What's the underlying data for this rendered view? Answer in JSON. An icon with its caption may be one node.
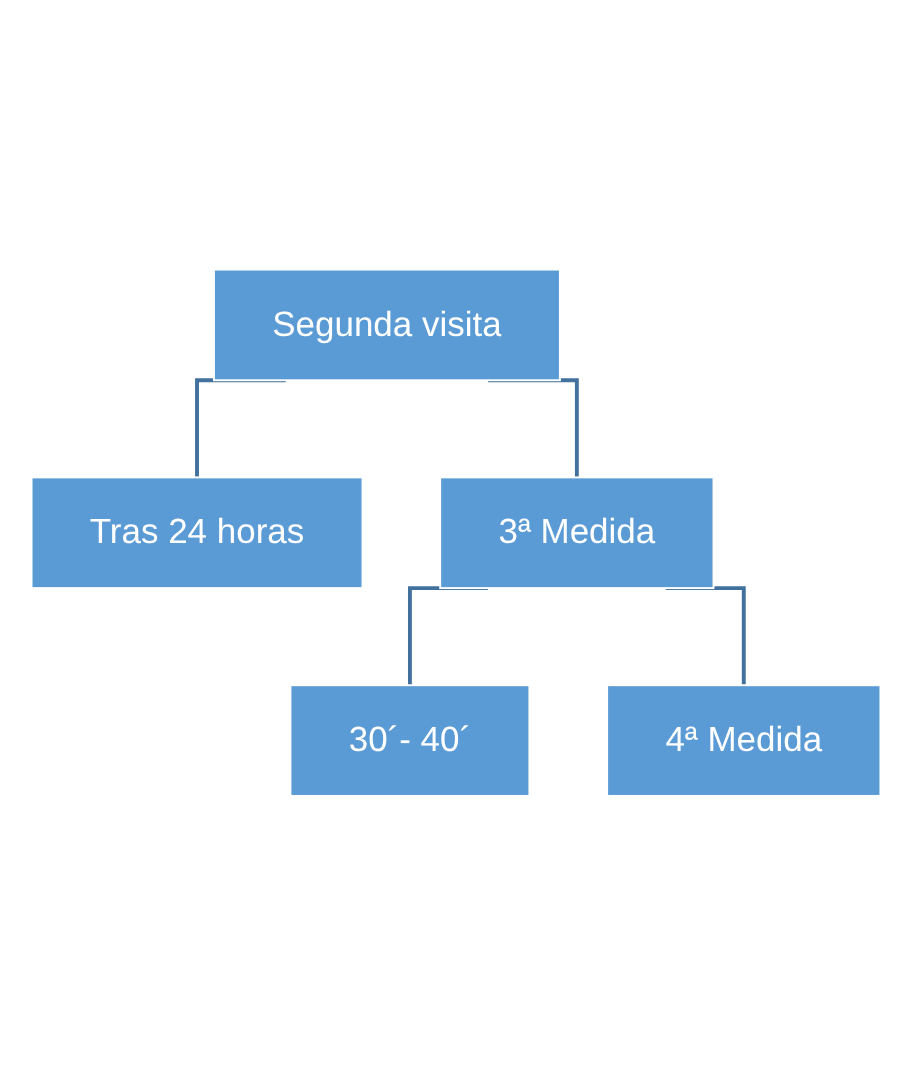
{
  "diagram": {
    "nodes": [
      {
        "text": [
          "Segunda visita"
        ]
      },
      {
        "text": [
          "Tras 24 horas"
        ]
      },
      {
        "text": [
          "3ª Medida"
        ]
      },
      {
        "text": [
          "30´- 40´"
        ]
      },
      {
        "text": [
          "4ª Medida"
        ]
      }
    ],
    "edges": [
      {
        "from": 0,
        "to": 1,
        "arrow": "none"
      },
      {
        "from": 0,
        "to": 2,
        "arrow": "none"
      },
      {
        "from": 2,
        "to": 3,
        "arrow": "none"
      },
      {
        "from": 2,
        "to": 4,
        "arrow": "none"
      }
    ]
  }
}
